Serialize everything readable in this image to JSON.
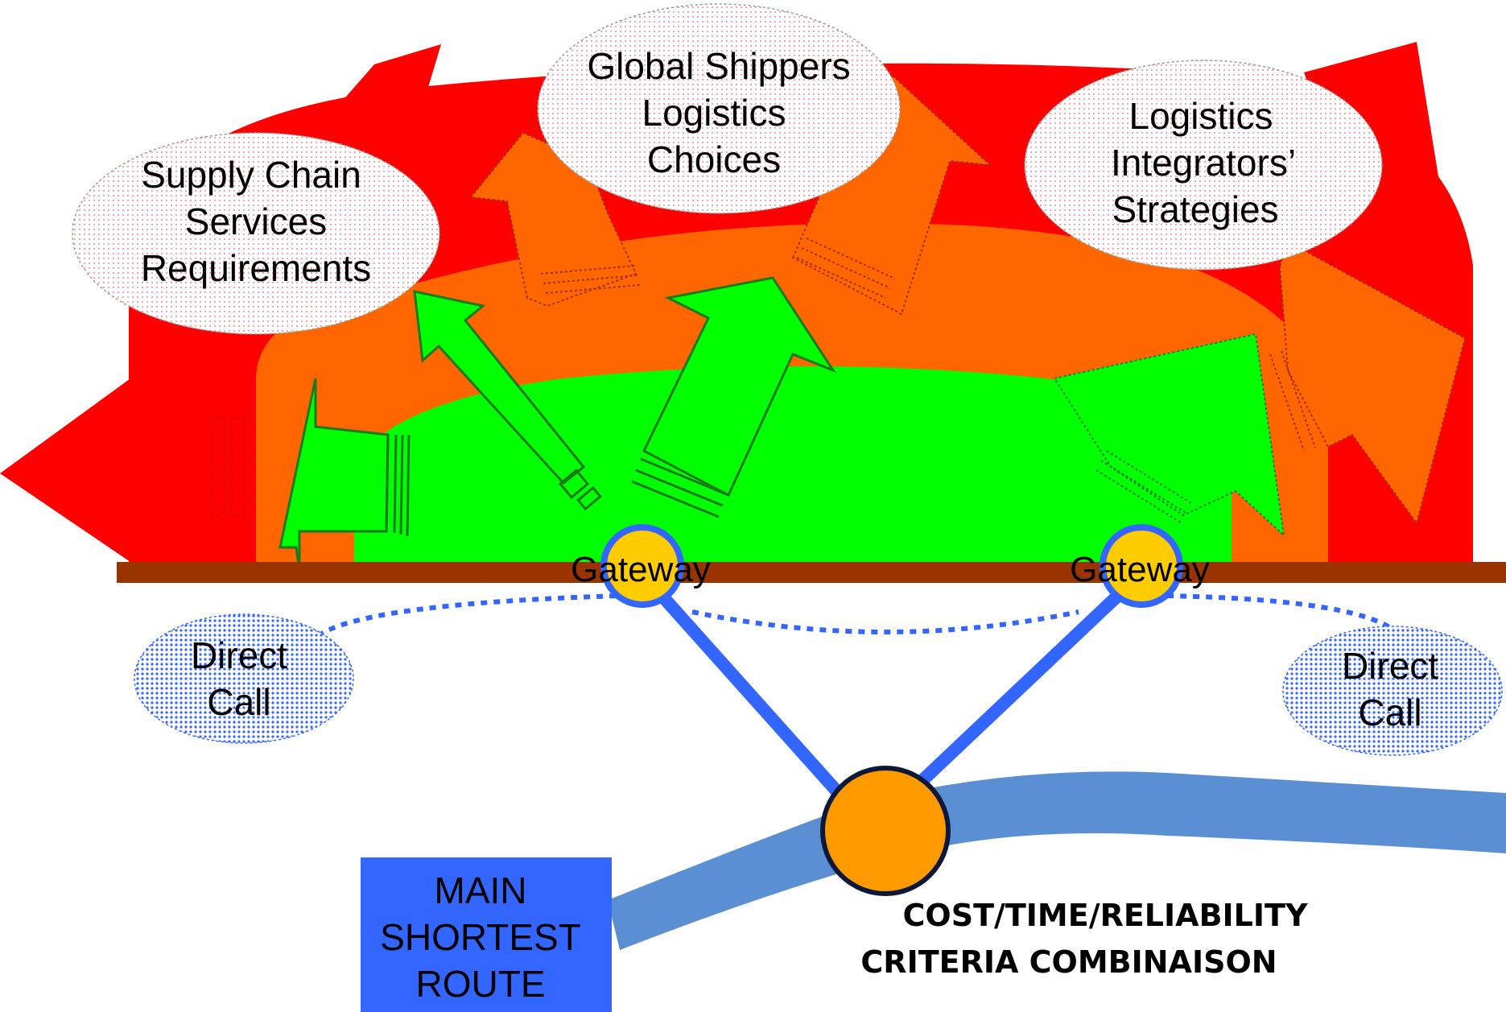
{
  "bubbles": {
    "supply_chain": [
      "Supply Chain",
      "Services",
      "Requirements"
    ],
    "global_shippers": [
      "Global Shippers",
      "Logistics",
      "Choices"
    ],
    "integrators": [
      "Logistics",
      "Integrators’",
      "Strategies"
    ]
  },
  "gateways": [
    "Gateway",
    "Gateway"
  ],
  "direct_calls": [
    [
      "Direct",
      "Call"
    ],
    [
      "Direct",
      "Call"
    ]
  ],
  "main_route": [
    "MAIN",
    "SHORTEST",
    "ROUTE"
  ],
  "criteria": [
    "COST/TIME/RELIABILITY",
    "CRITERIA COMBINAISON"
  ],
  "colors": {
    "outer_zone": "#ff0000",
    "middle_zone": "#ff6600",
    "inner_zone": "#00ff00",
    "ground": "#993300",
    "gateway_fill": "#ffcc00",
    "hub_fill": "#ff9900",
    "route_blue": "#5b8fd4",
    "link_blue": "#3366ff",
    "box_blue": "#3366ff"
  }
}
